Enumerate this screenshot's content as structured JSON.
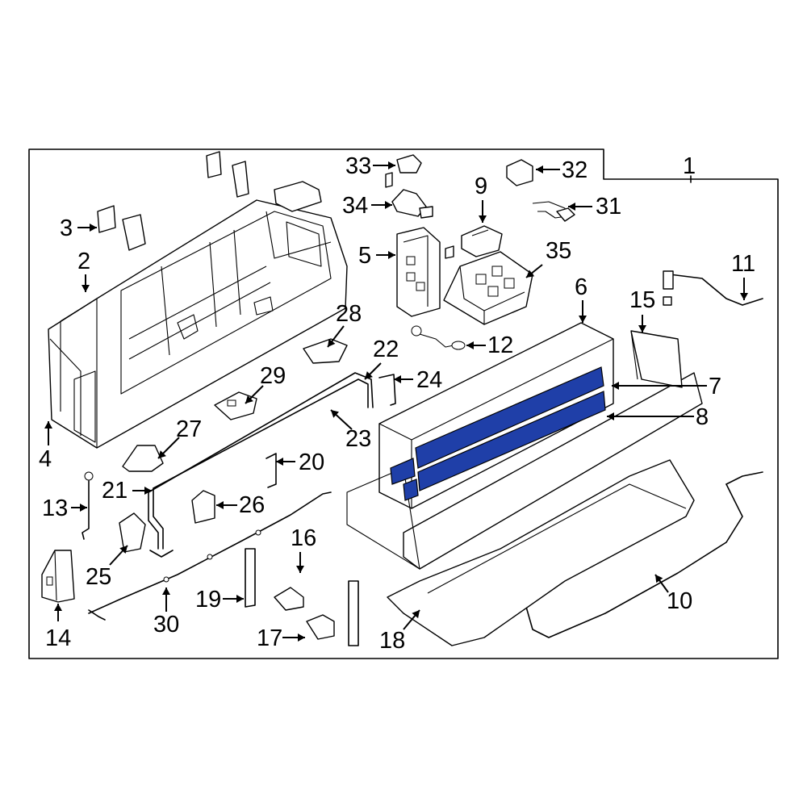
{
  "highlight_color": "#1f3fa8",
  "callouts": [
    {
      "id": "1",
      "label": "1"
    },
    {
      "id": "2",
      "label": "2"
    },
    {
      "id": "3",
      "label": "3"
    },
    {
      "id": "4",
      "label": "4"
    },
    {
      "id": "5",
      "label": "5"
    },
    {
      "id": "6",
      "label": "6"
    },
    {
      "id": "7",
      "label": "7"
    },
    {
      "id": "8",
      "label": "8"
    },
    {
      "id": "9",
      "label": "9"
    },
    {
      "id": "10",
      "label": "10"
    },
    {
      "id": "11",
      "label": "11"
    },
    {
      "id": "12",
      "label": "12"
    },
    {
      "id": "13",
      "label": "13"
    },
    {
      "id": "14",
      "label": "14"
    },
    {
      "id": "15",
      "label": "15"
    },
    {
      "id": "16",
      "label": "16"
    },
    {
      "id": "17",
      "label": "17"
    },
    {
      "id": "18",
      "label": "18"
    },
    {
      "id": "19",
      "label": "19"
    },
    {
      "id": "20",
      "label": "20"
    },
    {
      "id": "21",
      "label": "21"
    },
    {
      "id": "22",
      "label": "22"
    },
    {
      "id": "23",
      "label": "23"
    },
    {
      "id": "24",
      "label": "24"
    },
    {
      "id": "25",
      "label": "25"
    },
    {
      "id": "26",
      "label": "26"
    },
    {
      "id": "27",
      "label": "27"
    },
    {
      "id": "28",
      "label": "28"
    },
    {
      "id": "29",
      "label": "29"
    },
    {
      "id": "30",
      "label": "30"
    },
    {
      "id": "31",
      "label": "31"
    },
    {
      "id": "32",
      "label": "32"
    },
    {
      "id": "33",
      "label": "33"
    },
    {
      "id": "34",
      "label": "34"
    },
    {
      "id": "35",
      "label": "35"
    }
  ]
}
